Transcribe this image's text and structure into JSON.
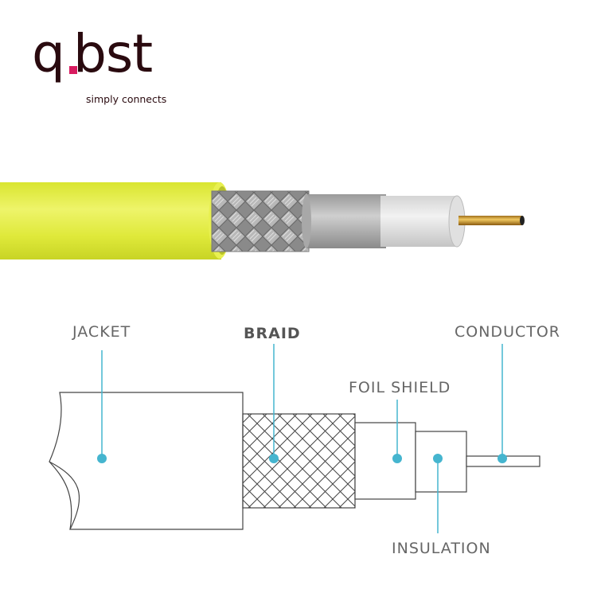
{
  "logo": {
    "q": "q",
    "word": "bst",
    "tagline": "simply connects"
  },
  "labels": {
    "jacket": "JACKET",
    "braid": "BRAID",
    "conductor": "CONDUCTOR",
    "foil_shield": "FOIL SHIELD",
    "insulation": "INSULATION"
  },
  "colors": {
    "jacket_yellow": "#e4ee3c",
    "pointer": "#45b5cf",
    "outline": "#444444",
    "brand_accent": "#d81b60"
  }
}
